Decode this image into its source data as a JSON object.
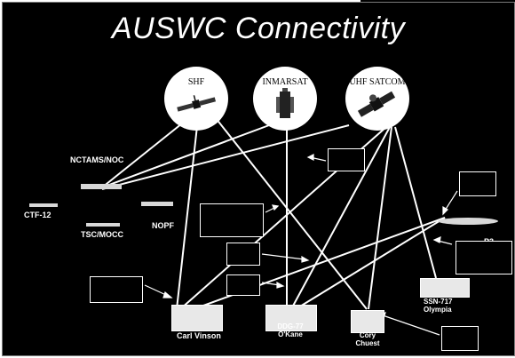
{
  "title": "AUSWC Connectivity",
  "satellites": [
    {
      "label": "SHF",
      "icon": "satellite-icon"
    },
    {
      "label": "INMARSAT",
      "icon": "satellite-icon"
    },
    {
      "label": "UHF SATCOM",
      "icon": "satellite-icon"
    }
  ],
  "nodes": {
    "nctams": "NCTAMS/NOC",
    "ctf": "CTF-12",
    "tsc": "TSC/MOCC",
    "nopf": "NOPF",
    "p3": "P3"
  },
  "ships": [
    {
      "name": "Carl Vinson"
    },
    {
      "name_line1": "DDG-77",
      "name_line2": "O'Kane"
    },
    {
      "name_line1": "Cory",
      "name_line2": "Chuest"
    },
    {
      "name_line1": "SSN-717",
      "name_line2": "Olympia"
    }
  ]
}
